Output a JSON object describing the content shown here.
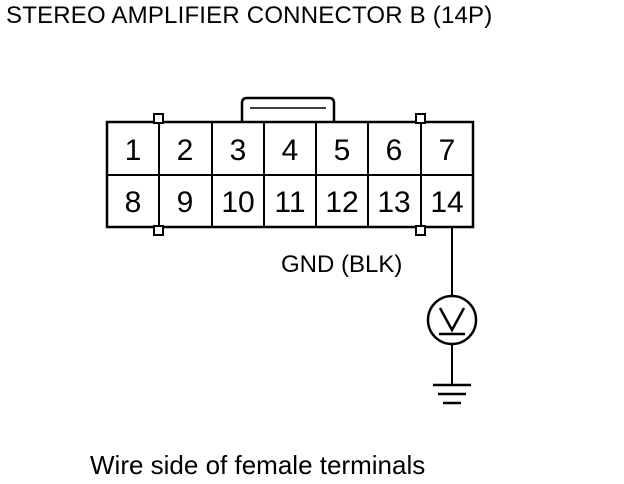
{
  "title": "STEREO AMPLIFIER CONNECTOR B (14P)",
  "connector": {
    "top_row": [
      "1",
      "2",
      "3",
      "4",
      "5",
      "6",
      "7"
    ],
    "bottom_row": [
      "8",
      "9",
      "10",
      "11",
      "12",
      "13",
      "14"
    ]
  },
  "meter": {
    "wire_label": "GND (BLK)",
    "symbol": "V"
  },
  "caption": "Wire side of female terminals"
}
